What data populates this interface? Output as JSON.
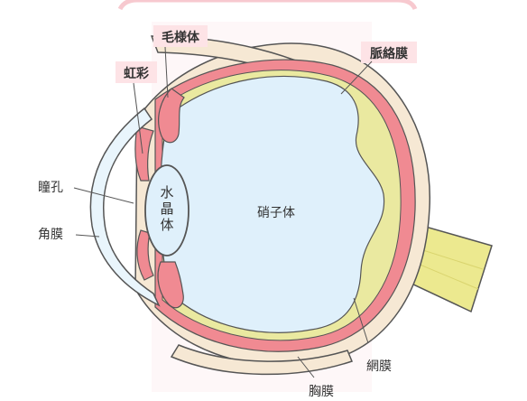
{
  "labels": {
    "ciliary_body": "毛様体",
    "iris": "虹彩",
    "choroid": "脈絡膜",
    "pupil": "瞳孔",
    "cornea": "角膜",
    "lens_chars": [
      "水",
      "晶",
      "体"
    ],
    "vitreous_body": "硝子体",
    "retina": "網膜",
    "sclera": "胸膜"
  },
  "colors": {
    "highlight_box": "#fde3e6",
    "sclera": "#f6e8d4",
    "choroid": "#f08a92",
    "retina": "#eae9a0",
    "vitreous": "#dff0fb",
    "outline": "#555555",
    "optic_nerve": "#ece98f"
  }
}
